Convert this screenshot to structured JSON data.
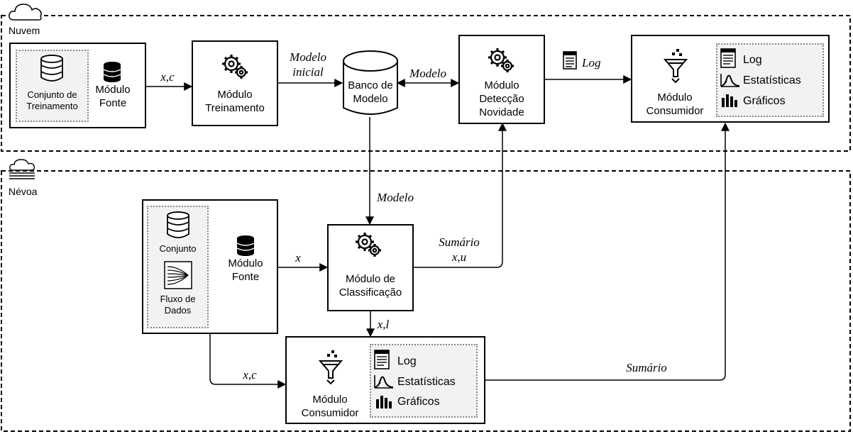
{
  "regions": {
    "cloud": "Nuvem",
    "fog": "Névoa"
  },
  "cloud": {
    "source": {
      "dataset": "Conjunto de\nTreinamento",
      "module": "Módulo\nFonte"
    },
    "training": "Módulo\nTreinamento",
    "model_db": "Banco de\nModelo",
    "novelty": "Módulo\nDetecção\nNovidade",
    "consumer": {
      "module": "Módulo\nConsumidor",
      "outputs": [
        "Log",
        "Estatísticas",
        "Gráficos"
      ]
    }
  },
  "fog": {
    "source": {
      "dataset": "Conjunto",
      "stream": "Fluxo de\nDados",
      "module": "Módulo\nFonte"
    },
    "classification": "Módulo de\nClassificação",
    "consumer": {
      "module": "Módulo\nConsumidor",
      "outputs": [
        "Log",
        "Estatísticas",
        "Gráficos"
      ]
    }
  },
  "edges": {
    "xc_top": "x,c",
    "initial_model": "Modelo\ninicial",
    "model_bidir": "Modelo",
    "log": "Log",
    "model_down": "Modelo",
    "x": "x",
    "summary_xu": "Sumário\nx,u",
    "xl": "x,l",
    "xc_bottom": "x,c",
    "summary_bottom": "Sumário"
  },
  "icons": [
    "cloud-icon",
    "fog-icon",
    "database-icon",
    "gears-icon",
    "funnel-icon",
    "document-icon",
    "distribution-icon",
    "bar-chart-icon",
    "stream-icon"
  ]
}
